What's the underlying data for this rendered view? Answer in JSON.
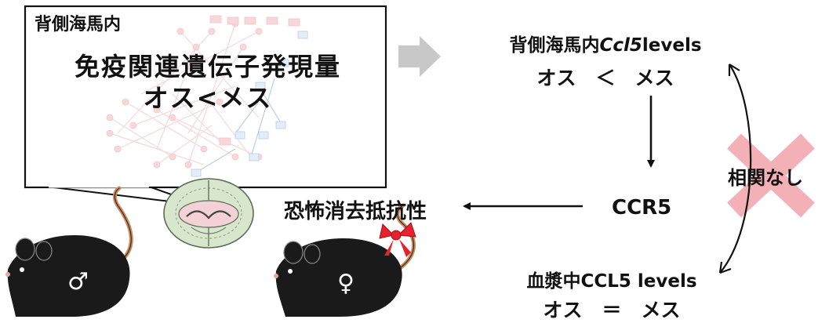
{
  "bubble": {
    "label": "背側海馬内",
    "title_line1": "免疫関連遺伝子発現量",
    "title_line2": "オス<メス"
  },
  "hippocampus_ccl5": {
    "prefix": "背側海馬内",
    "gene": "Ccl5",
    "suffix": "levels",
    "comparison": "オス　＜　メス"
  },
  "receptor": "CCR5",
  "outcome": "恐怖消去抵抗性",
  "plasma_ccl5": {
    "label": "血漿中CCL5 levels",
    "comparison": "オス　＝　メス"
  },
  "correlation": "相関なし",
  "mice": {
    "male_symbol": "♂",
    "female_symbol": "♀"
  },
  "colors": {
    "cross": "#f1a3ab",
    "bow": "#e8212e",
    "gray_arrow": "#c8c8c8",
    "mouse_body": "#1a1a1a",
    "tail": "#c78b63",
    "brain_section": "#d7e6cc",
    "network_red": "#f2b8bb",
    "network_blue": "#7fa8d6"
  }
}
